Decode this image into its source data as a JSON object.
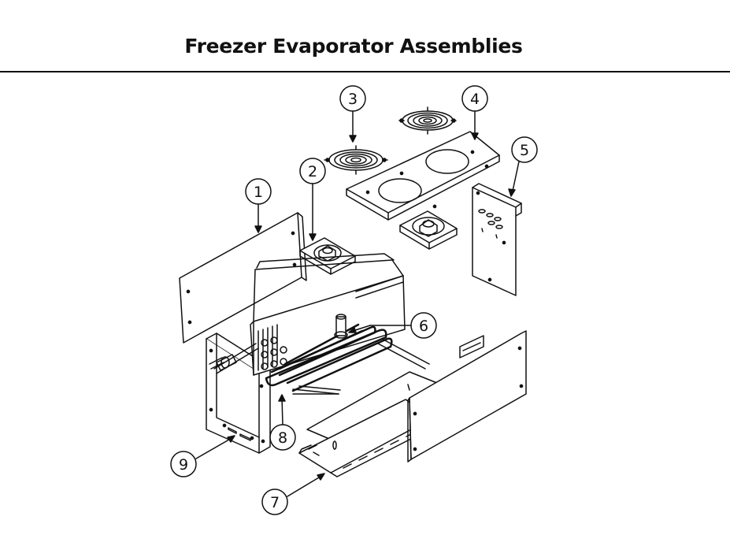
{
  "title": "Freezer Evaporator Assemblies",
  "colors": {
    "ink": "#111111",
    "paper": "#ffffff"
  },
  "callouts": [
    {
      "number": "1",
      "part": "side-panel"
    },
    {
      "number": "2",
      "part": "evaporator-fan"
    },
    {
      "number": "3",
      "part": "fan-guard"
    },
    {
      "number": "4",
      "part": "top-fan-panel"
    },
    {
      "number": "5",
      "part": "rear-bracket"
    },
    {
      "number": "6",
      "part": "defrost-heater"
    },
    {
      "number": "7",
      "part": "drain-pan"
    },
    {
      "number": "8",
      "part": "evaporator-coil"
    },
    {
      "number": "9",
      "part": "evaporator-housing"
    }
  ]
}
